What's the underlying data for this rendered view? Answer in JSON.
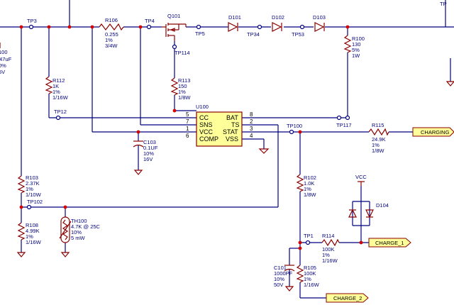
{
  "testpoints": {
    "tp3": "TP3",
    "tp4": "TP4",
    "tp5": "TP5",
    "tp34": "TP34",
    "tp53": "TP53",
    "tp114": "TP114",
    "tp12": "TP12",
    "tp117": "TP117",
    "tp100": "TP100",
    "tp102": "TP102",
    "tp1": "TP1",
    "tp_top": "TP"
  },
  "c_left": {
    "value": ".47uF",
    "tol": "0%",
    "volt": "5V",
    "ref": "100"
  },
  "r106": {
    "ref": "R106",
    "value": "0.255",
    "tol": "1%",
    "power": "3/4W"
  },
  "q101": {
    "ref": "Q101"
  },
  "d101": {
    "ref": "D101"
  },
  "d102": {
    "ref": "D102"
  },
  "d103": {
    "ref": "D103"
  },
  "r100": {
    "ref": "R100",
    "value": "130",
    "tol": "5%",
    "power": "1W"
  },
  "r112": {
    "ref": "R112",
    "value": "1K",
    "tol": "1%",
    "power": "1/16W"
  },
  "r113": {
    "ref": "R113",
    "value": "150",
    "tol": "1%",
    "power": "1/8W"
  },
  "u100": {
    "ref": "U100",
    "left_pins": [
      {
        "name": "CC",
        "num": "5"
      },
      {
        "name": "SNS",
        "num": "7"
      },
      {
        "name": "VCC",
        "num": "1"
      },
      {
        "name": "COMP",
        "num": "6"
      }
    ],
    "right_pins": [
      {
        "name": "BAT",
        "num": "8"
      },
      {
        "name": "TS",
        "num": "2"
      },
      {
        "name": "STAT",
        "num": "3"
      },
      {
        "name": "VSS",
        "num": "4"
      }
    ]
  },
  "c103": {
    "ref": "C103",
    "value": "0.1UF",
    "tol": "10%",
    "volt": "16V"
  },
  "r115": {
    "ref": "R115",
    "value": "24.9K",
    "tol": "1%",
    "power": "1/8W"
  },
  "charging_flag": "CHARGING",
  "r103": {
    "ref": "R103",
    "value": "2.37K",
    "tol": "1%",
    "power": "1/10W"
  },
  "r102": {
    "ref": "R102",
    "value": "1.0K",
    "tol": "1%",
    "power": "1/8W"
  },
  "vcc": "VCC",
  "d104": {
    "ref": "D104"
  },
  "th100": {
    "ref": "TH100",
    "value": "4.7K @ 25C",
    "tol": "10%",
    "power": "5 mW"
  },
  "r108": {
    "ref": "R108",
    "value": "4.99K",
    "tol": "1%",
    "power": "1/16W"
  },
  "r114": {
    "ref": "R114",
    "value": "100K",
    "tol": "1%",
    "power": "1/16W"
  },
  "charge1_flag": "CHARGE_1",
  "c101": {
    "ref": "C101",
    "value": "1000PF",
    "tol": "10%",
    "volt": "50V"
  },
  "r105": {
    "ref": "R105",
    "value": "100K",
    "tol": "1%",
    "power": "1/16W"
  },
  "charge2_flag": "CHARGE_2"
}
